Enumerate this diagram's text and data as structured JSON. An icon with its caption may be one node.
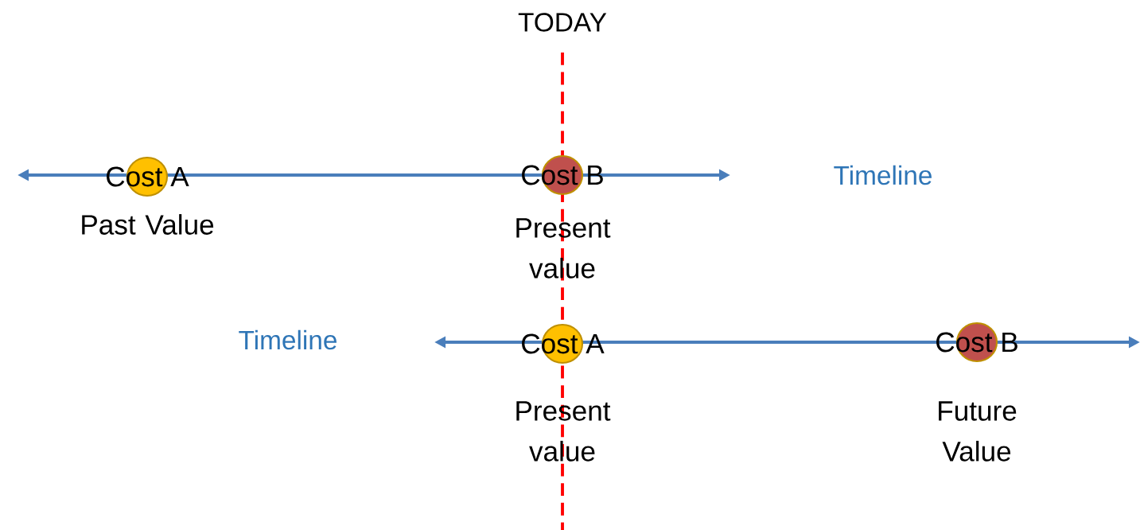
{
  "diagram": {
    "nodes": [
      {
        "text": [
          "Cost A"
        ],
        "beside": [
          "Past Value"
        ]
      },
      {
        "text": [
          "Cost B"
        ],
        "beside": [
          "Present value"
        ]
      },
      {
        "text": [
          "Cost A"
        ],
        "beside": [
          "Present value"
        ]
      },
      {
        "text": [
          "Cost B"
        ],
        "beside": [
          "Future Value"
        ]
      }
    ],
    "labels": [
      "TODAY",
      "Timeline",
      "Timeline"
    ]
  }
}
